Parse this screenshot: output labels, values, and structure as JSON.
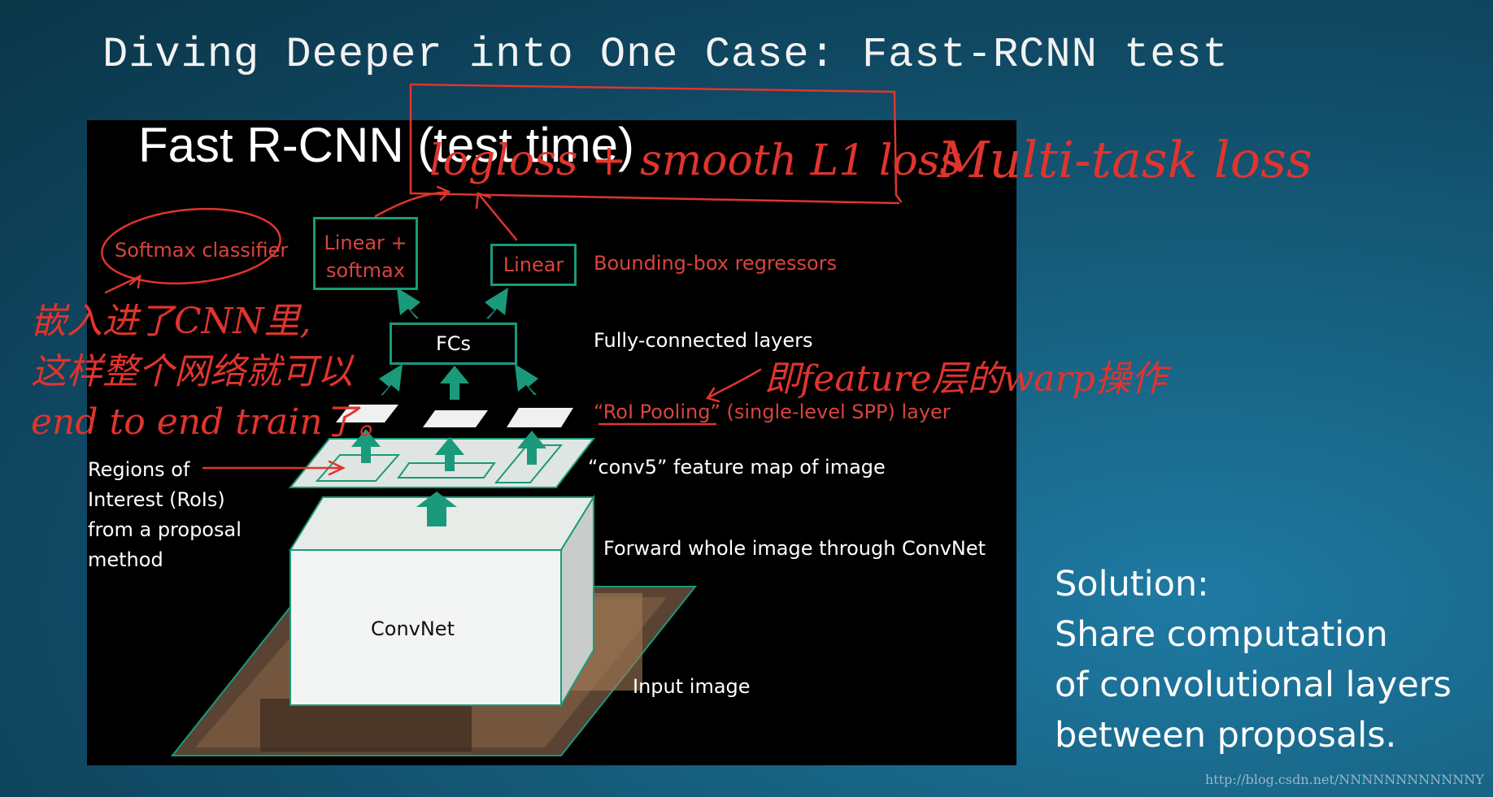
{
  "slide": {
    "title": "Diving Deeper into One Case: Fast-RCNN test"
  },
  "figure": {
    "title": "Fast R-CNN (test time)",
    "softmax_classifier": "Softmax classifier",
    "linear_softmax_line1": "Linear +",
    "linear_softmax_line2": "softmax",
    "linear": "Linear",
    "bbox_regressors": "Bounding-box regressors",
    "fcs": "FCs",
    "fully_connected": "Fully-connected layers",
    "roi_pooling": "“RoI Pooling”",
    "roi_pooling_rest": " (single-level SPP) layer",
    "conv5": "“conv5” feature map of image",
    "rois_lines": [
      "Regions of",
      "Interest (RoIs)",
      "from a proposal",
      "method"
    ],
    "convnet": "ConvNet",
    "forward": "Forward whole image through ConvNet",
    "input_image": "Input image"
  },
  "annotations": {
    "loss": "logloss + smooth L1 loss",
    "multitask": "Multi-task loss",
    "chinese_line1": "嵌入进了CNN里,",
    "chinese_line2": "这样整个网络就可以",
    "chinese_line3": "end to end train了。",
    "warp_note": "即feature层的warp操作"
  },
  "solution": {
    "lines": [
      "Solution:",
      "Share computation",
      "of convolutional layers",
      "between proposals."
    ]
  },
  "watermark": "http://blog.csdn.net/NNNNNNNNNNNNY",
  "colors": {
    "background": "#135a78",
    "panel": "#000000",
    "accent_green": "#1a9a7b",
    "label_red": "#d9443d",
    "ink_red": "#e0342e"
  }
}
